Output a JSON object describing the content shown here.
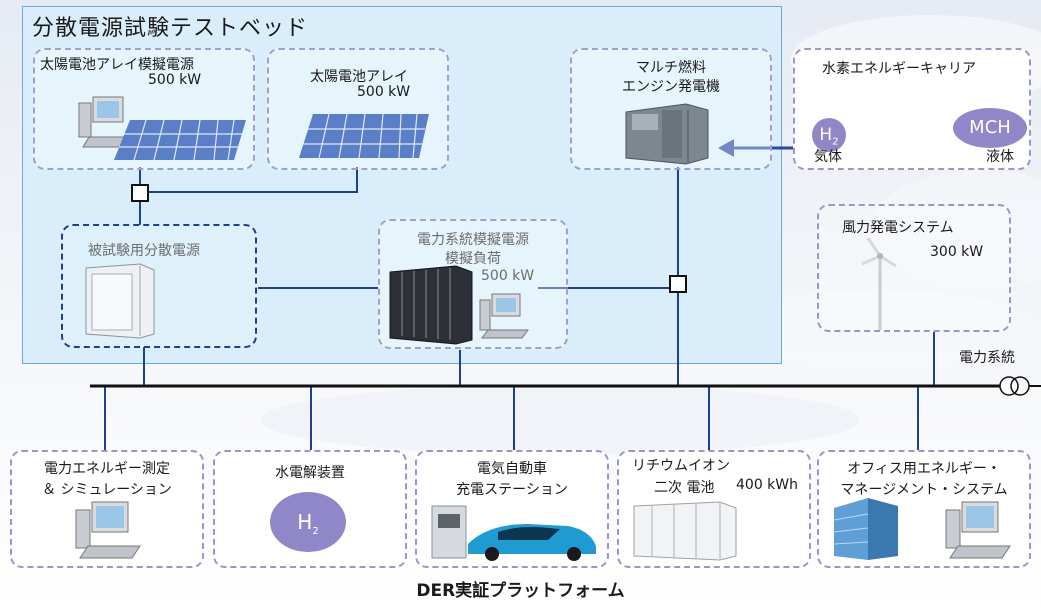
{
  "testbed": {
    "title": "分散電源試験テストベッド"
  },
  "solar_sim": {
    "title": "太陽電池アレイ模擬電源",
    "capacity": "500 kW"
  },
  "solar_array": {
    "title": "太陽電池アレイ",
    "capacity": "500 kW"
  },
  "engine": {
    "line1": "マルチ燃料",
    "line2": "エンジン発電機"
  },
  "hydrogen": {
    "title": "水素エネルギーキャリア",
    "h": "H",
    "sub": "2",
    "gas": "気体",
    "mch": "MCH",
    "liquid": "液体"
  },
  "dut": {
    "title": "被試験用分散電源"
  },
  "grid_sim": {
    "line1": "電力系統模擬電源",
    "line2": "模擬負荷",
    "capacity": "500 kW"
  },
  "wind": {
    "title": "風力発電システム",
    "capacity": "300 kW"
  },
  "grid": {
    "label": "電力系統"
  },
  "measurement": {
    "line1": "電力エネルギー測定",
    "line2": "＆ シミュレーション"
  },
  "electrolyzer": {
    "title": "水電解装置",
    "h": "H",
    "sub": "2"
  },
  "ev": {
    "line1": "電気自動車",
    "line2": "充電ステーション"
  },
  "battery": {
    "line1": "リチウムイオン",
    "line2": "二次 電池",
    "capacity": "400 kWh"
  },
  "ems": {
    "line1": "オフィス用エネルギー・",
    "line2": "マネージメント・システム"
  },
  "footer": {
    "title": "DER実証プラットフォーム"
  },
  "colors": {
    "testbed_bg": "#d9eefa",
    "box_border": "#9b95c9",
    "dut_border": "#1f3f8f",
    "wire": "#1f3f8f",
    "hydrogen_bubble": "#8f87c7"
  }
}
